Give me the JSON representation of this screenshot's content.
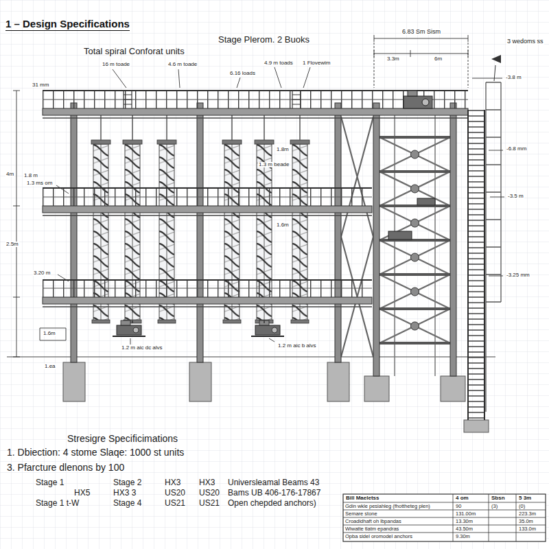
{
  "diagram": {
    "title": "1 – Design Specifications",
    "labels": [
      "Stage Plerom. 2 Buoks",
      "Total spiral Conforat units",
      "6.83 Sm Sism",
      "3 wedoms ss",
      "16 m toade",
      "4.6 m toade",
      "6.16 loads",
      "4.9 m toads",
      "1 Flovewim",
      "3.3m",
      "6m",
      "-3.8 m",
      "31 mm",
      "4m",
      "1.8 m",
      "1.3 ms om",
      "1.3 m beade",
      "1.8m",
      "-6.8 mm",
      "-3.5 m",
      "2.5m",
      "1.6m",
      "3.20 m",
      "-3.25 mm",
      "1.6m",
      "1.ea",
      "1.2 m aic dc alvs",
      "1.2 m aic b alvs",
      "Stresigre Specificimations",
      "1. Dbiection: 4 stome Slaqe: 1000 st units",
      "3. Pfarcture dlenons by 100",
      "Stage 1",
      "Stage 2",
      "HX3",
      "HX3",
      "Universleamal Beams 43",
      "HX5",
      "HX3 3",
      "US20",
      "US20",
      "Bams UB 406-176-17867",
      "Stage 1 t-W",
      "Stage 4",
      "US21",
      "US21",
      "Open chepded anchors)",
      "Bill Maeletss",
      "4 om",
      "Sbsn",
      "5 3m",
      "Gdin wkle pesiahleg (fhottheteg plen)",
      "90",
      "(3)",
      "(0)",
      "Semare stone",
      "131.00m",
      "223.3m",
      "Croadidhaft oh lbpandas",
      "13.30m",
      "35.0m",
      "Wiwatte tlatm epandras",
      "43.50m",
      "133.0m",
      "Opba sidel oromodel anchors",
      "9.30m"
    ]
  }
}
